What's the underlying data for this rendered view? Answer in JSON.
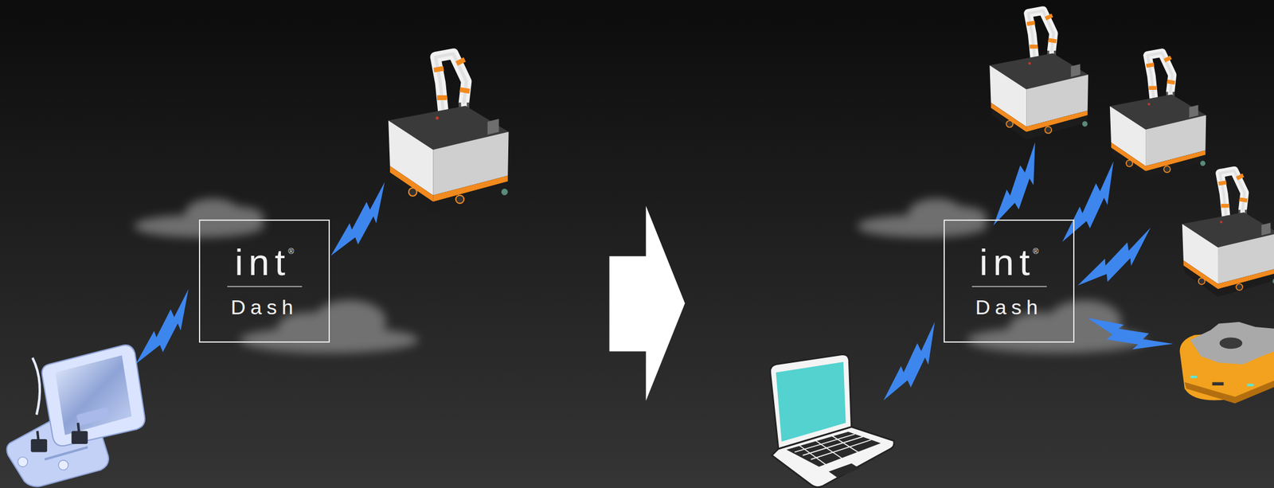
{
  "diagram": {
    "nodes": [
      {
        "text": [
          "int",
          "®",
          "Dash"
        ]
      },
      {
        "text": [
          "int",
          "®",
          "Dash"
        ]
      }
    ]
  }
}
